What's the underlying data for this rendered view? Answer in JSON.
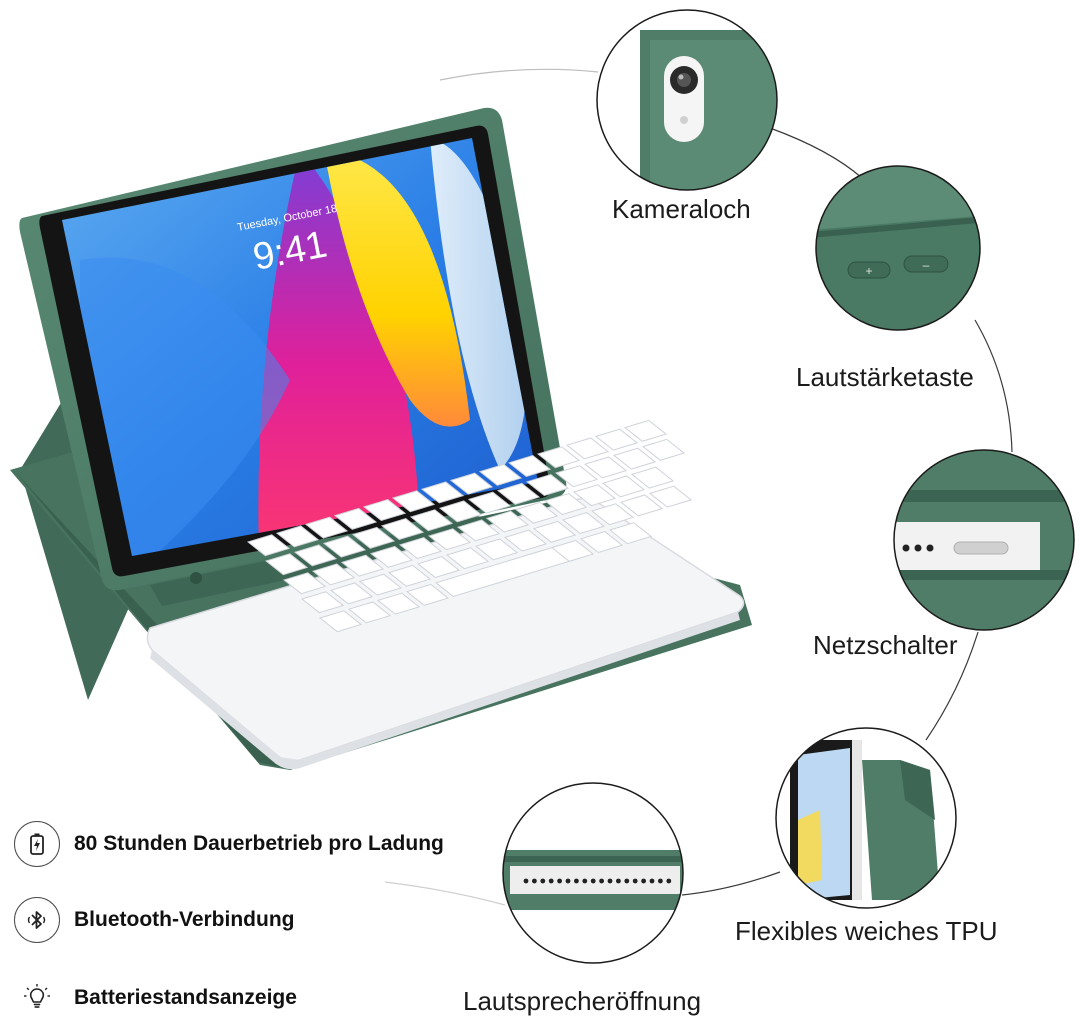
{
  "lockscreen": {
    "date": "Tuesday, October 18",
    "time": "9:41"
  },
  "callouts": [
    {
      "id": "camera",
      "label": "Kameraloch",
      "icon": "camera-icon"
    },
    {
      "id": "volume",
      "label": "Lautstärketaste",
      "icon": "volume-buttons-icon",
      "keys": [
        "+",
        "–"
      ]
    },
    {
      "id": "power",
      "label": "Netzschalter",
      "icon": "power-switch-icon"
    },
    {
      "id": "tpu",
      "label": "Flexibles weiches TPU",
      "icon": "tpu-edge-icon"
    },
    {
      "id": "speaker",
      "label": "Lautsprecheröffnung",
      "icon": "speaker-grille-icon"
    }
  ],
  "features": [
    {
      "text": "80 Stunden Dauerbetrieb pro Ladung",
      "icon": "battery-bolt-icon"
    },
    {
      "text": "Bluetooth-Verbindung",
      "icon": "bluetooth-icon"
    },
    {
      "text": "Batteriestandsanzeige",
      "icon": "lightbulb-icon"
    }
  ],
  "colors": {
    "case_green": "#4f7d68",
    "case_green_dark": "#3e6654",
    "keyboard_white": "#f3f4f6",
    "key_text_blue": "#5a6fd0",
    "text": "#111111"
  }
}
